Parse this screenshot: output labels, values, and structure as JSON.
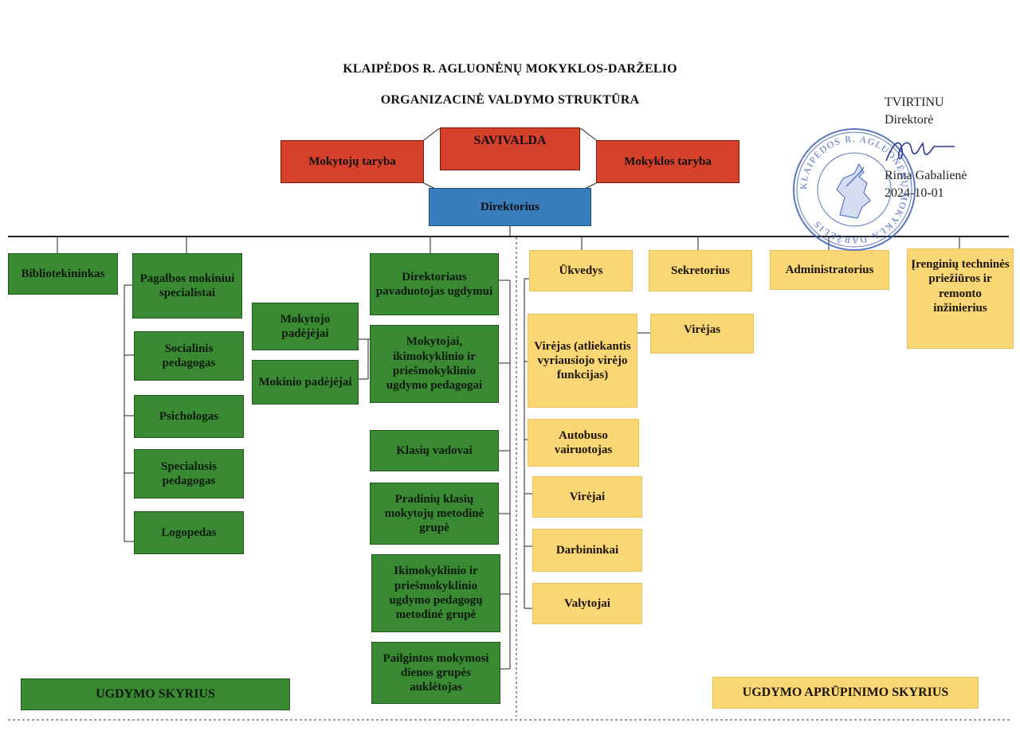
{
  "title": {
    "line1": "KLAIPĖDOS R. AGLUONĖNŲ MOKYKLOS-DARŽELIO",
    "line2": "ORGANIZACINĖ VALDYMO STRUKTŪRA"
  },
  "approval": {
    "approve": "TVIRTINU",
    "role": "Direktorė",
    "name": "Rima Gabalienė",
    "date": "2024-10-01",
    "stamp_text": "KLAIPĖDOS R. AGLUONĖNŲ MOKYKLA-DARŽELIS"
  },
  "top": {
    "teachers_council": "Mokytojų taryba",
    "self_government": "SAVIVALDA",
    "school_council": "Mokyklos taryba",
    "director": "Direktorius"
  },
  "education": {
    "librarian": "Bibliotekininkas",
    "support_specialists": "Pagalbos mokiniui specialistai",
    "social_pedagogue": "Socialinis pedagogas",
    "psychologist": "Psichologas",
    "special_pedagogue": "Specialusis pedagogas",
    "speech_therapist": "Logopedas",
    "teacher_assistants": "Mokytojo padėjėjai",
    "student_assistants": "Mokinio padėjėjai",
    "deputy_director": "Direktoriaus pavaduotojas ugdymui",
    "teachers": "Mokytojai, ikimokyklinio ir priešmokyklinio ugdymo pedagogai",
    "class_teachers": "Klasių vadovai",
    "primary_method_group": "Pradinių klasių mokytojų metodinė grupė",
    "preschool_method_group": "Ikimokyklinio ir priešmokyklinio ugdymo pedagogų metodinė grupė",
    "extended_day_tutor": "Pailgintos mokymosi dienos grupės auklėtojas",
    "department": "UGDYMO SKYRIUS"
  },
  "support": {
    "steward": "Ūkvedys",
    "secretary": "Sekretorius",
    "administrator": "Administratorius",
    "engineer": "Įrenginių techninės priežiūros ir remonto inžinierius",
    "head_cook": "Virėjas (atliekantis vyriausiojo virėjo funkcijas)",
    "cook": "Virėjas",
    "bus_driver": "Autobuso vairuotojas",
    "cooks": "Virėjai",
    "workers": "Darbininkai",
    "cleaners": "Valytojai",
    "department": "UGDYMO APRŪPINIMO SKYRIUS"
  },
  "colors": {
    "red": "#d6412b",
    "blue": "#3a7dbd",
    "green": "#3a8a34",
    "yellow": "#fad674",
    "stamp": "#3e5fbf"
  }
}
